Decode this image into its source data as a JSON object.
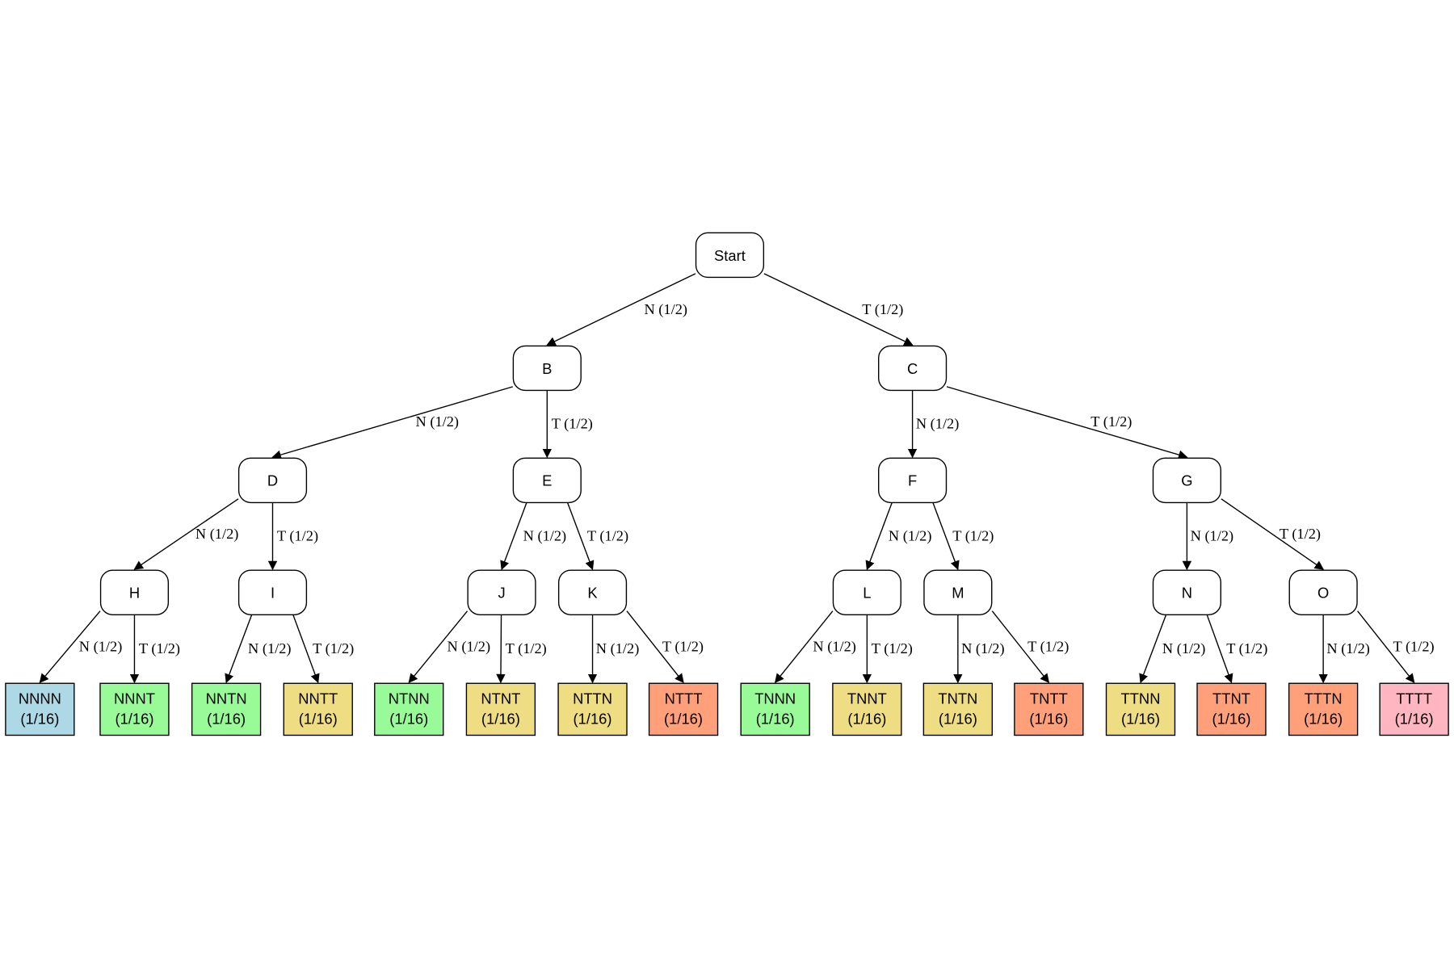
{
  "colors": {
    "t0": "#add8e6",
    "t1": "#98fb98",
    "t2": "#eedd82",
    "t3": "#ffa07a",
    "t4": "#ffb6c1",
    "inner": "#ffffff"
  },
  "nodes": [
    {
      "id": "Start",
      "label": "Start",
      "parent": null,
      "edge": null
    },
    {
      "id": "B",
      "label": "B",
      "parent": "Start",
      "edge": "N (1/2)"
    },
    {
      "id": "C",
      "label": "C",
      "parent": "Start",
      "edge": "T (1/2)"
    },
    {
      "id": "D",
      "label": "D",
      "parent": "B",
      "edge": "N (1/2)"
    },
    {
      "id": "E",
      "label": "E",
      "parent": "B",
      "edge": "T (1/2)"
    },
    {
      "id": "F",
      "label": "F",
      "parent": "C",
      "edge": "N (1/2)"
    },
    {
      "id": "G",
      "label": "G",
      "parent": "C",
      "edge": "T (1/2)"
    },
    {
      "id": "H",
      "label": "H",
      "parent": "D",
      "edge": "N (1/2)"
    },
    {
      "id": "I",
      "label": "I",
      "parent": "D",
      "edge": "T (1/2)"
    },
    {
      "id": "J",
      "label": "J",
      "parent": "E",
      "edge": "N (1/2)"
    },
    {
      "id": "K",
      "label": "K",
      "parent": "E",
      "edge": "T (1/2)"
    },
    {
      "id": "L",
      "label": "L",
      "parent": "F",
      "edge": "N (1/2)"
    },
    {
      "id": "M",
      "label": "M",
      "parent": "F",
      "edge": "T (1/2)"
    },
    {
      "id": "N",
      "label": "N",
      "parent": "G",
      "edge": "N (1/2)"
    },
    {
      "id": "O",
      "label": "O",
      "parent": "G",
      "edge": "T (1/2)"
    }
  ],
  "leaves": [
    {
      "label": "NNNN",
      "prob": "(1/16)",
      "parent": "H",
      "edge": "N (1/2)",
      "tcount": 0
    },
    {
      "label": "NNNT",
      "prob": "(1/16)",
      "parent": "H",
      "edge": "T (1/2)",
      "tcount": 1
    },
    {
      "label": "NNTN",
      "prob": "(1/16)",
      "parent": "I",
      "edge": "N (1/2)",
      "tcount": 1
    },
    {
      "label": "NNTT",
      "prob": "(1/16)",
      "parent": "I",
      "edge": "T (1/2)",
      "tcount": 2
    },
    {
      "label": "NTNN",
      "prob": "(1/16)",
      "parent": "J",
      "edge": "N (1/2)",
      "tcount": 1
    },
    {
      "label": "NTNT",
      "prob": "(1/16)",
      "parent": "J",
      "edge": "T (1/2)",
      "tcount": 2
    },
    {
      "label": "NTTN",
      "prob": "(1/16)",
      "parent": "K",
      "edge": "N (1/2)",
      "tcount": 2
    },
    {
      "label": "NTTT",
      "prob": "(1/16)",
      "parent": "K",
      "edge": "T (1/2)",
      "tcount": 3
    },
    {
      "label": "TNNN",
      "prob": "(1/16)",
      "parent": "L",
      "edge": "N (1/2)",
      "tcount": 1
    },
    {
      "label": "TNNT",
      "prob": "(1/16)",
      "parent": "L",
      "edge": "T (1/2)",
      "tcount": 2
    },
    {
      "label": "TNTN",
      "prob": "(1/16)",
      "parent": "M",
      "edge": "N (1/2)",
      "tcount": 2
    },
    {
      "label": "TNTT",
      "prob": "(1/16)",
      "parent": "M",
      "edge": "T (1/2)",
      "tcount": 3
    },
    {
      "label": "TTNN",
      "prob": "(1/16)",
      "parent": "N",
      "edge": "N (1/2)",
      "tcount": 2
    },
    {
      "label": "TTNT",
      "prob": "(1/16)",
      "parent": "N",
      "edge": "T (1/2)",
      "tcount": 3
    },
    {
      "label": "TTTN",
      "prob": "(1/16)",
      "parent": "O",
      "edge": "N (1/2)",
      "tcount": 3
    },
    {
      "label": "TTTT",
      "prob": "(1/16)",
      "parent": "O",
      "edge": "T (1/2)",
      "tcount": 4
    }
  ]
}
